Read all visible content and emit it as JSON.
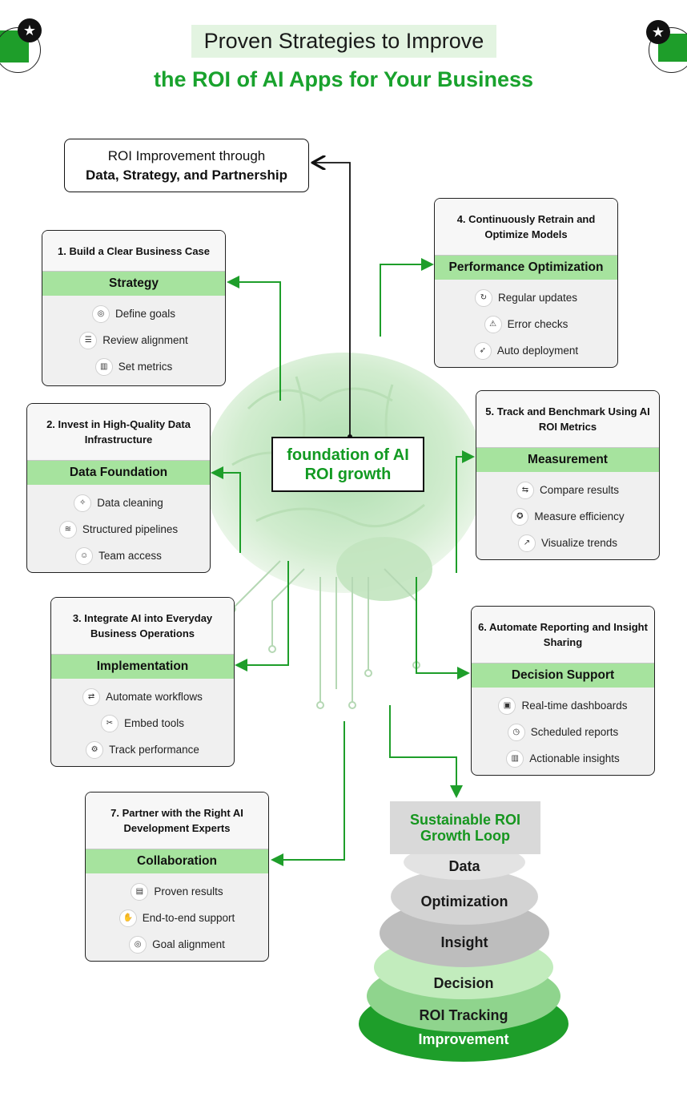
{
  "header": {
    "title_line1": "Proven Strategies to Improve",
    "title_line2": "the ROI of AI Apps for Your Business"
  },
  "roi_box": {
    "line1": "ROI Improvement through",
    "line2": "Data, Strategy, and Partnership"
  },
  "center": {
    "label": "foundation of AI ROI growth"
  },
  "cards": [
    {
      "title": "1. Build a Clear Business Case",
      "band": "Strategy",
      "items": [
        {
          "label": "Define goals",
          "icon": "target-icon"
        },
        {
          "label": "Review alignment",
          "icon": "checklist-icon"
        },
        {
          "label": "Set metrics",
          "icon": "bar-chart-icon"
        }
      ]
    },
    {
      "title": "2. Invest in High-Quality Data Infrastructure",
      "band": "Data Foundation",
      "items": [
        {
          "label": "Data cleaning",
          "icon": "data-clean-icon"
        },
        {
          "label": "Structured pipelines",
          "icon": "pipeline-icon"
        },
        {
          "label": "Team access",
          "icon": "team-icon"
        }
      ]
    },
    {
      "title": "3. Integrate AI into Everyday Business Operations",
      "band": "Implementation",
      "items": [
        {
          "label": "Automate workflows",
          "icon": "workflow-icon"
        },
        {
          "label": "Embed tools",
          "icon": "tools-icon"
        },
        {
          "label": "Track performance",
          "icon": "gear-icon"
        }
      ]
    },
    {
      "title": "4. Continuously Retrain and Optimize Models",
      "band": "Performance Optimization",
      "items": [
        {
          "label": "Regular updates",
          "icon": "refresh-icon"
        },
        {
          "label": "Error checks",
          "icon": "warning-icon"
        },
        {
          "label": "Auto deployment",
          "icon": "rocket-icon"
        }
      ]
    },
    {
      "title": "5. Track and Benchmark Using AI ROI Metrics",
      "band": "Measurement",
      "items": [
        {
          "label": "Compare results",
          "icon": "compare-icon"
        },
        {
          "label": "Measure efficiency",
          "icon": "badge-icon"
        },
        {
          "label": "Visualize trends",
          "icon": "trend-icon"
        }
      ]
    },
    {
      "title": "6. Automate Reporting and Insight Sharing",
      "band": "Decision Support",
      "items": [
        {
          "label": "Real-time dashboards",
          "icon": "dashboard-icon"
        },
        {
          "label": "Scheduled reports",
          "icon": "clock-icon"
        },
        {
          "label": "Actionable insights",
          "icon": "bar-chart-icon"
        }
      ]
    },
    {
      "title": "7. Partner with the Right AI Development Experts",
      "band": "Collaboration",
      "items": [
        {
          "label": "Proven results",
          "icon": "document-icon"
        },
        {
          "label": "End-to-end support",
          "icon": "support-icon"
        },
        {
          "label": "Goal alignment",
          "icon": "target-icon"
        }
      ]
    }
  ],
  "loop": {
    "title": "Sustainable ROI Growth Loop",
    "layers": [
      "Data",
      "Optimization",
      "Insight",
      "Decision",
      "ROI Tracking",
      "Improvement"
    ]
  },
  "colors": {
    "accent": "#19a22d",
    "band": "#a6e39e",
    "card_bg": "#f0f0f0"
  }
}
